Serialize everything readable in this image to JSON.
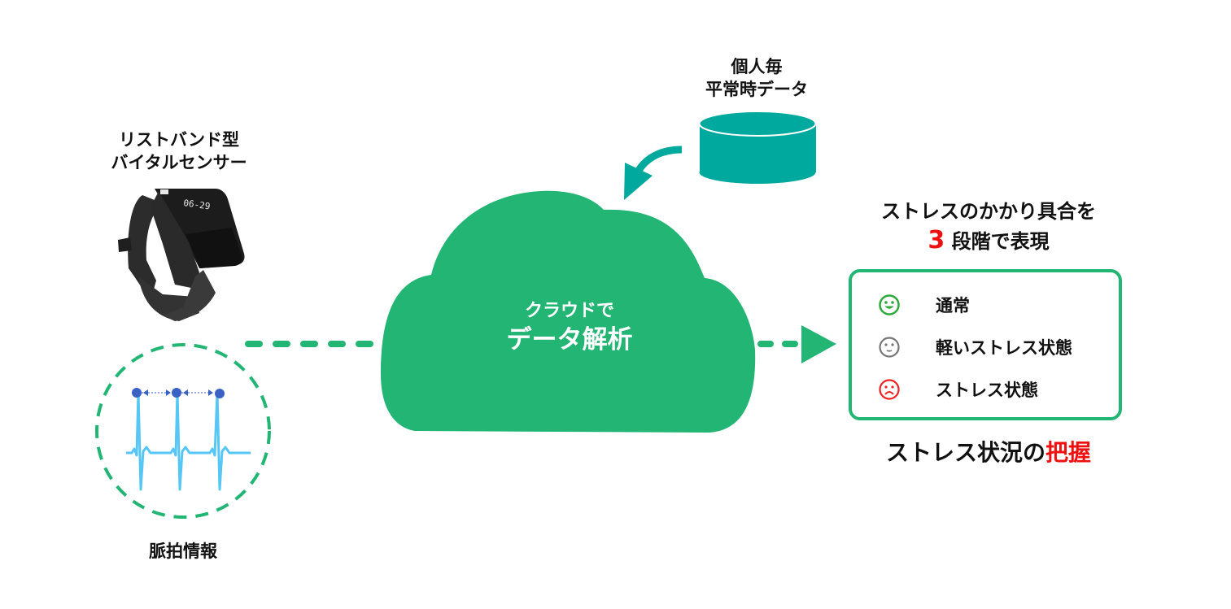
{
  "wristband": {
    "title_line1": "リストバンド型",
    "title_line2": "バイタルセンサー",
    "display_text": "06-29"
  },
  "pulse": {
    "label": "脈拍情報"
  },
  "database": {
    "title_line1": "個人毎",
    "title_line2": "平常時データ"
  },
  "cloud": {
    "line1": "クラウドで",
    "line2": "データ解析"
  },
  "result": {
    "heading_line1": "ストレスのかかり具合を",
    "heading_number": "3",
    "heading_line2_rest": " 段階で表現",
    "levels": [
      {
        "icon": "happy-face-icon",
        "label": "通常",
        "color": "#2eaa3c"
      },
      {
        "icon": "neutral-face-icon",
        "label": "軽いストレス状態",
        "color": "#777777"
      },
      {
        "icon": "sad-face-icon",
        "label": "ストレス状態",
        "color": "#ee2222"
      }
    ],
    "footer_black": "ストレス状況の",
    "footer_red": "把握"
  },
  "colors": {
    "green": "#23b574",
    "teal": "#00a99d",
    "accent_red": "#ee1111",
    "ecg_blue": "#56c6f5",
    "dot_blue": "#3a62c4"
  }
}
